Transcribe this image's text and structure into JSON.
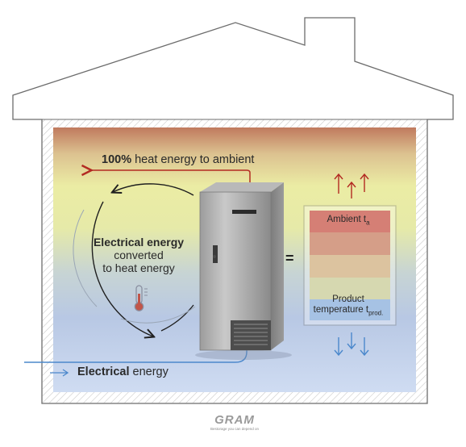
{
  "diagram": {
    "heat_flow": {
      "bold": "100%",
      "rest": " heat energy to ambient"
    },
    "conversion": {
      "line1": "Electrical energy",
      "line2": "converted",
      "line3": "to heat energy"
    },
    "electrical_input": {
      "bold": "Electrical",
      "rest": " energy"
    },
    "equals_sign": "=",
    "temperature_scale": {
      "ambient_label": "Ambient t",
      "ambient_sub": "a",
      "product_line1": "Product",
      "product_line2": "temperature t",
      "product_sub": "prod.",
      "band_colors": [
        "#d57f75",
        "#d59e88",
        "#dcc39f",
        "#d6d8b0",
        "#a6c2e4"
      ]
    },
    "colors": {
      "heat_arrow": "#b32a22",
      "electric_line": "#4b88cc",
      "cycle_arrow": "#1f1f1f"
    }
  },
  "brand": {
    "logo_text": "GRAM",
    "tagline": "Bestorage you can depend on"
  }
}
